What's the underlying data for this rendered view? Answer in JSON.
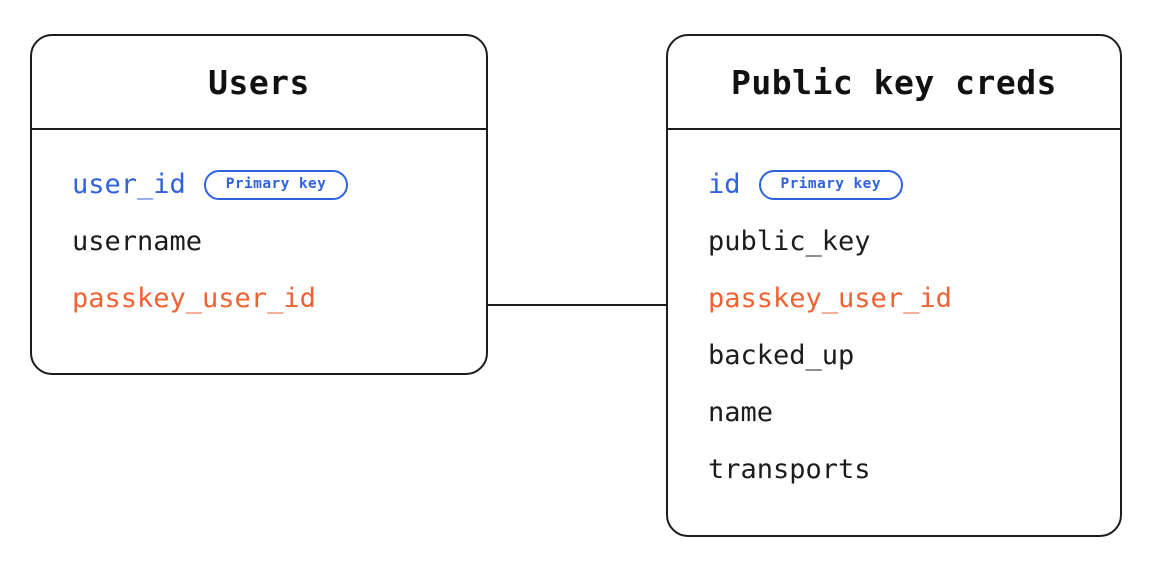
{
  "diagram": {
    "type": "entity-relationship",
    "background": "#ffffff",
    "colors": {
      "border": "#1c1c1c",
      "text": "#1c1c1c",
      "primary_key": "#2f62dc",
      "foreign_key": "#ef6232",
      "connector": "#1c1c1c"
    },
    "badge_label": "Primary key",
    "entities": [
      {
        "id": "users",
        "title": "Users",
        "fields": [
          {
            "name": "user_id",
            "role": "key",
            "badge": "Primary key"
          },
          {
            "name": "username",
            "role": "plain",
            "badge": null
          },
          {
            "name": "passkey_user_id",
            "role": "fk",
            "badge": null
          }
        ]
      },
      {
        "id": "public-key-creds",
        "title": "Public key creds",
        "fields": [
          {
            "name": "id",
            "role": "key",
            "badge": "Primary key"
          },
          {
            "name": "public_key",
            "role": "plain",
            "badge": null
          },
          {
            "name": "passkey_user_id",
            "role": "fk",
            "badge": null
          },
          {
            "name": "backed_up",
            "role": "plain",
            "badge": null
          },
          {
            "name": "name",
            "role": "plain",
            "badge": null
          },
          {
            "name": "transports",
            "role": "plain",
            "badge": null
          }
        ]
      }
    ],
    "relationships": [
      {
        "id": "users-to-public-key-creds",
        "from_entity": "users",
        "from_field": "passkey_user_id",
        "to_entity": "public-key-creds",
        "to_field": "passkey_user_id",
        "style": "solid-line"
      }
    ]
  }
}
